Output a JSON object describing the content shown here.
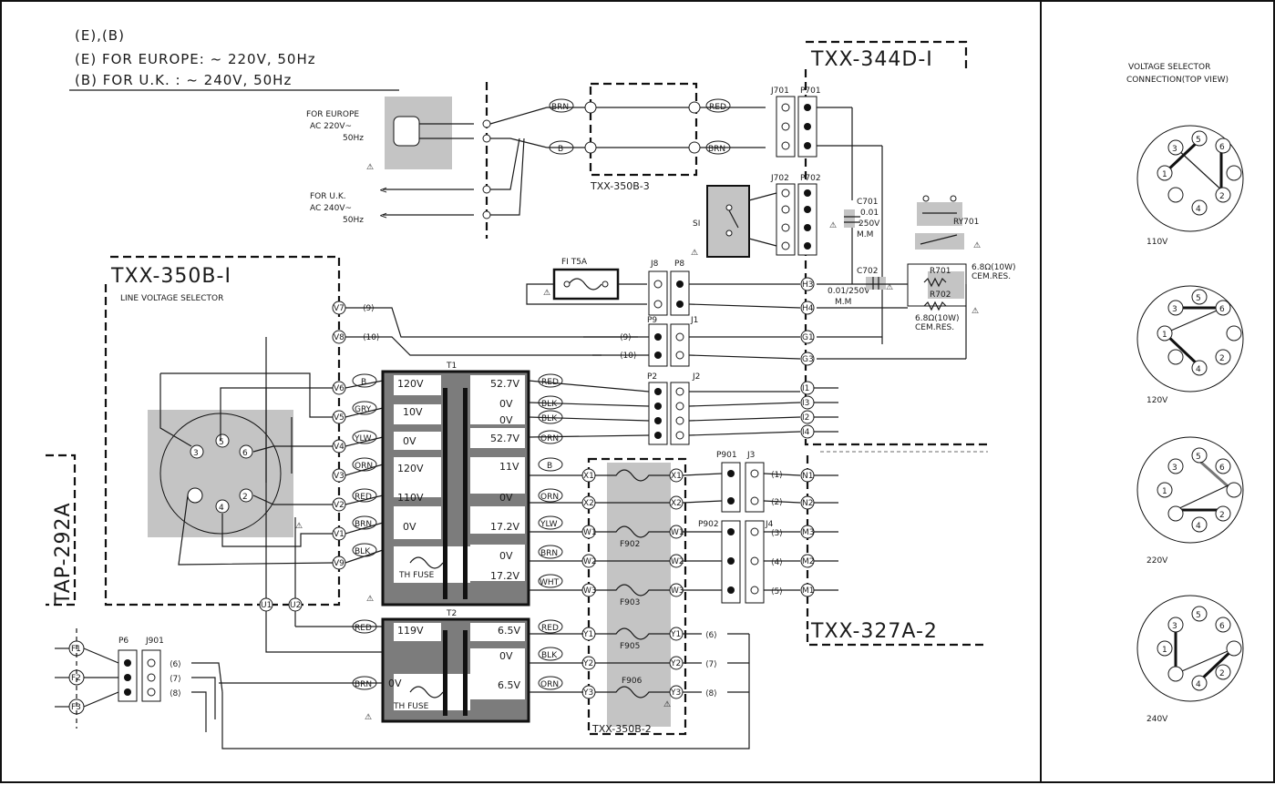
{
  "notes": {
    "line1": "(E),(B)",
    "line2": "(E) FOR EUROPE: ~ 220V, 50Hz",
    "line3": "(B) FOR U.K. : ~ 240V, 50Hz"
  },
  "plugs": {
    "europe_l1": "FOR EUROPE",
    "europe_l2": "AC 220V~",
    "europe_l3": "50Hz",
    "uk_l1": "FOR U.K.",
    "uk_l2": "AC 240V~",
    "uk_l3": "50Hz"
  },
  "boards": {
    "txx344d": "TXX-344D-I",
    "txx350b3": "TXX-350B-3",
    "txx350b1": "TXX-350B-I",
    "line_voltage_selector": "LINE VOLTAGE SELECTOR",
    "tap292a": "TAP-292A",
    "txx327a": "TXX-327A-2",
    "txx350b2": "TXX-350B-2"
  },
  "wires": {
    "brn": "BRN",
    "red": "RED",
    "b": "B",
    "gry": "GRY",
    "ylw": "YLW",
    "orn": "ORN",
    "blk": "BLK",
    "wht": "WHT"
  },
  "connectors": {
    "j701": "J701",
    "p701": "P701",
    "j702": "J702",
    "p702": "P702",
    "j8": "J8",
    "p8": "P8",
    "p9": "P9",
    "j1": "J1",
    "p2": "P2",
    "j2": "J2",
    "p901": "P901",
    "j3": "J3",
    "p902": "P902",
    "j4": "J4",
    "p6": "P6",
    "j901": "J901"
  },
  "parts": {
    "s1": "SI",
    "f1": "FI  T5A",
    "c701_name": "C701",
    "c701_val": "0.01",
    "c701_v": "250V",
    "c701_type": "M.M",
    "c702_name": "C702",
    "c702_val": "0.01/250V",
    "c702_type": "M.M",
    "ry701": "RY701",
    "r701": "R701",
    "r702": "R702",
    "r701_val": "6.8Ω(10W)",
    "r701_type": "CEM.RES.",
    "r702_val": "6.8Ω(10W)",
    "r702_type": "CEM.RES.",
    "t1": "T1",
    "t2": "T2",
    "th_fuse": "TH FUSE",
    "f902": "F902",
    "f903": "F903",
    "f905": "F905",
    "f906": "F906"
  },
  "t1_primary": [
    "120V",
    "10V",
    "0V",
    "120V",
    "110V",
    "0V"
  ],
  "t1_secondary": [
    "52.7V",
    "0V",
    "0V",
    "52.7V",
    "11V",
    "0V",
    "17.2V",
    "0V",
    "17.2V"
  ],
  "t2_primary": [
    "119V",
    "0V"
  ],
  "t2_secondary": [
    "6.5V",
    "0V",
    "6.5V"
  ],
  "right_panel": {
    "title1": "VOLTAGE  SELECTOR",
    "title2": "CONNECTION(TOP VIEW)",
    "labels": [
      "110V",
      "120V",
      "220V",
      "240V"
    ]
  }
}
